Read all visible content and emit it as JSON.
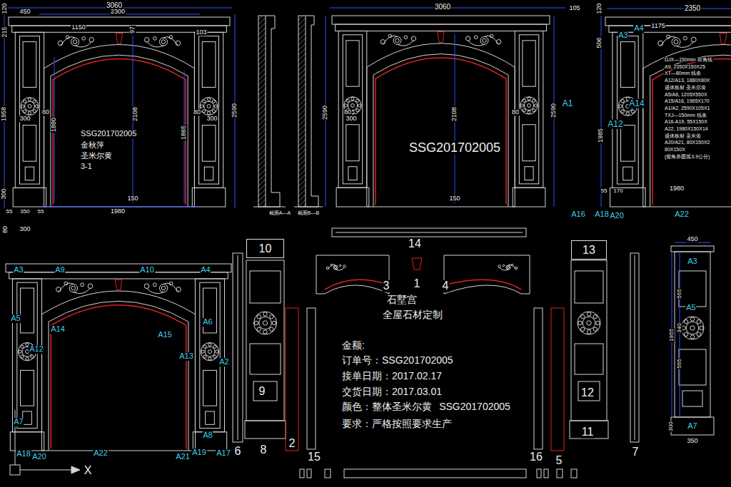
{
  "diagram": {
    "nodes": [
      {
        "text": [
          "10"
        ]
      },
      {
        "text": [
          "13"
        ]
      }
    ],
    "labels": [
      "3060",
      "450",
      "2300",
      "120",
      "215",
      "1150",
      "97",
      "103",
      "1958",
      "80",
      "80",
      "300",
      "300",
      "1880",
      "2108",
      "1865",
      "2590",
      "SSG201702005",
      "金秋萍",
      "圣米尔黄",
      "3-1",
      "150",
      "1980",
      "300",
      "55",
      "350",
      "55",
      "80",
      "300",
      "截面A—A",
      "截面B—B",
      "3060",
      "2590",
      "80",
      "300",
      "80",
      "2108",
      "SSG201702005",
      "150",
      "2590",
      "A1",
      "105",
      "120",
      "2350",
      "506",
      "A3",
      "A4",
      "1175",
      "A14",
      "A12",
      "1985",
      "55",
      "170",
      "1980",
      "A16",
      "A18",
      "A20",
      "A22",
      "DJX—150mm 双角线",
      "A9, 2350X150X25",
      "XT—80mm 线条",
      "A12/A13, 1880X80X",
      "通体板材 圣米尔黄",
      "A5/A6, 1205X550X",
      "A15/A16, 1965X170",
      "A1/A2, 2590X105X1",
      "TXJ—150mm 线条",
      "A16-A19, 55X150X",
      "A22, 1980X150X14",
      "通体板材 圣米黄",
      "A20/A21, 80X150X2",
      "80X150X",
      "(需角券圆弧3.9公分)",
      "A3",
      "A9",
      "A10",
      "A4",
      "A5",
      "A6",
      "A14",
      "A15",
      "A12",
      "A13",
      "A2",
      "A7",
      "A8",
      "A18",
      "A20",
      "A22",
      "A21",
      "A19",
      "A17",
      "6",
      "8",
      "2",
      "15",
      "16",
      "5",
      "7",
      "14",
      "3",
      "1",
      "4",
      "9",
      "12",
      "11",
      "石墅宫",
      "全屋石材定制",
      "金额:",
      "订单号：SSG201702005",
      "接单日期：2017.02.17",
      "交货日期：2017.03.01",
      "颜色：整体圣米尔黄",
      "SSG201702005",
      "要求：严格按照要求生产",
      "X",
      "450",
      "A3",
      "565",
      "A5",
      "340",
      "1955",
      "565",
      "A7",
      "350",
      "300"
    ]
  }
}
